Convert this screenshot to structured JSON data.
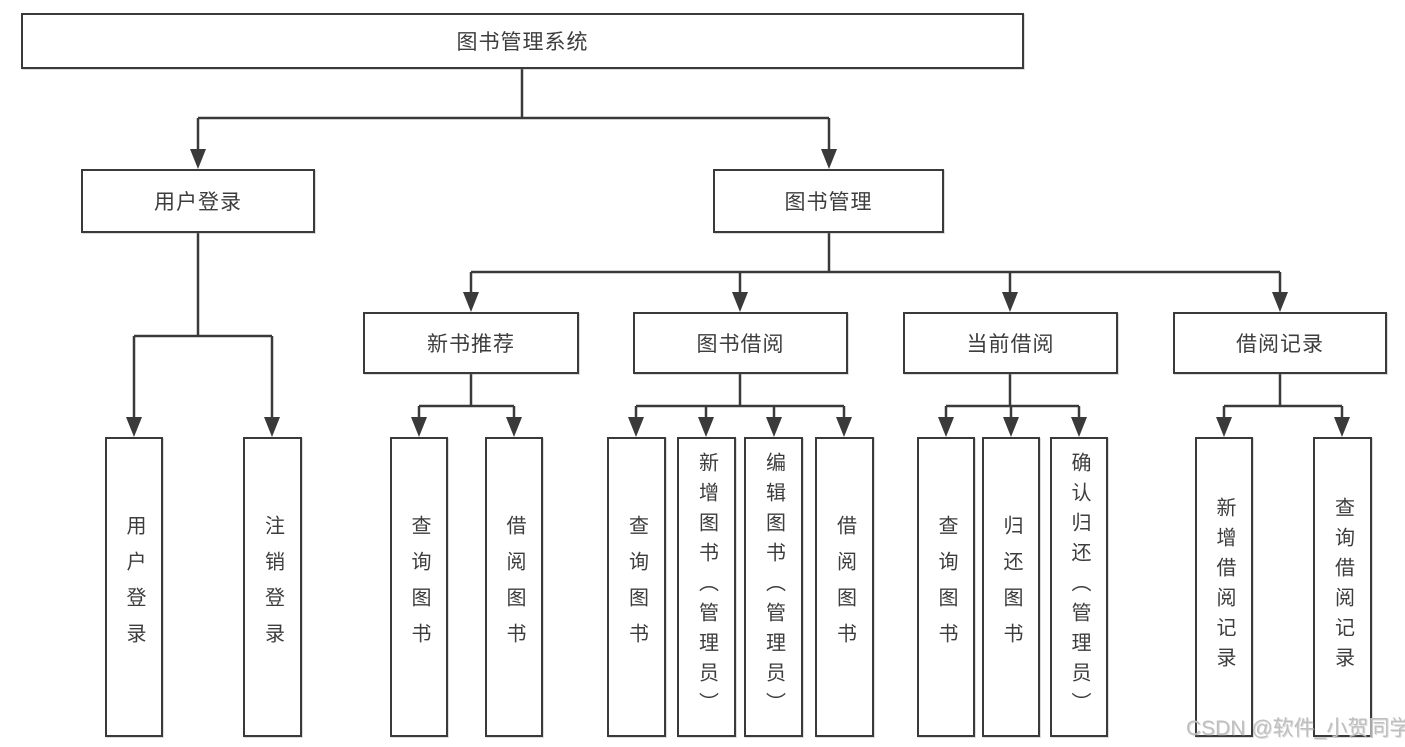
{
  "tree": {
    "root": {
      "label": "图书管理系统",
      "children": [
        {
          "label": "用户登录",
          "children": [
            {
              "label": "用户登录"
            },
            {
              "label": "注销登录"
            }
          ]
        },
        {
          "label": "图书管理",
          "children": [
            {
              "label": "新书推荐",
              "children": [
                {
                  "label": "查询图书"
                },
                {
                  "label": "借阅图书"
                }
              ]
            },
            {
              "label": "图书借阅",
              "children": [
                {
                  "label": "查询图书"
                },
                {
                  "label": "新增图书（管理员）"
                },
                {
                  "label": "编辑图书（管理员）"
                },
                {
                  "label": "借阅图书"
                }
              ]
            },
            {
              "label": "当前借阅",
              "children": [
                {
                  "label": "查询图书"
                },
                {
                  "label": "归还图书"
                },
                {
                  "label": "确认归还（管理员）"
                }
              ]
            },
            {
              "label": "借阅记录",
              "children": [
                {
                  "label": "新增借阅记录"
                },
                {
                  "label": "查询借阅记录"
                }
              ]
            }
          ]
        }
      ]
    }
  },
  "watermark": {
    "text": "CSDN @软件_小贺同学"
  },
  "colors": {
    "line": "#3a3a3a",
    "box_border": "#3a3a3a",
    "text": "#3d3d3d",
    "watermark": "#bfbfbf",
    "background": "#ffffff"
  }
}
